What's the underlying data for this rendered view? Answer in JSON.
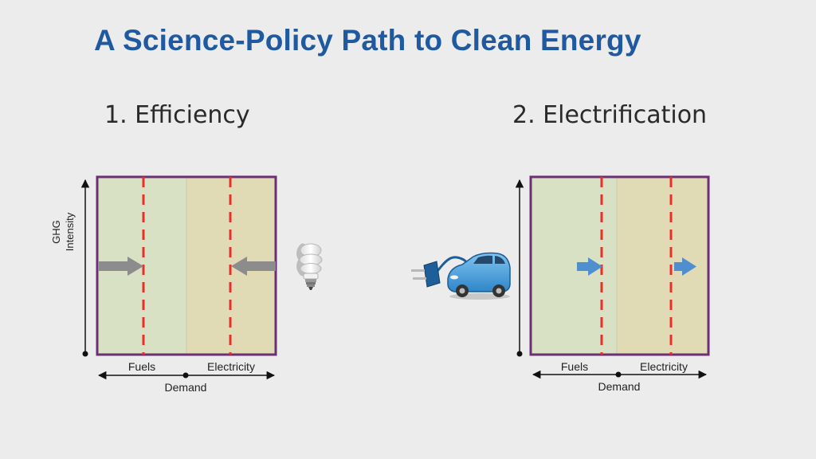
{
  "slide": {
    "title": "A Science-Policy Path to Clean Energy"
  },
  "panels": [
    {
      "heading": "1. Efficiency",
      "y_axis_label_line1": "GHG",
      "y_axis_label_line2": "Intensity",
      "x_label_left": "Fuels",
      "x_label_right": "Electricity",
      "x_axis_label": "Demand",
      "icon": "light-bulb-icon",
      "arrow_direction": "inward"
    },
    {
      "heading": "2. Electrification",
      "x_label_left": "Fuels",
      "x_label_right": "Electricity",
      "x_axis_label": "Demand",
      "icon": "electric-car-icon",
      "arrow_direction": "rightward"
    }
  ],
  "colors": {
    "title": "#1f5aa0",
    "frame": "#6b2f74",
    "fuels_fill": "#d9e1c4",
    "electricity_fill": "#e0dbb5",
    "dashed_line": "#e8302a",
    "efficiency_arrow": "#8c8c8c",
    "electrification_arrow": "#4f8fd0"
  }
}
